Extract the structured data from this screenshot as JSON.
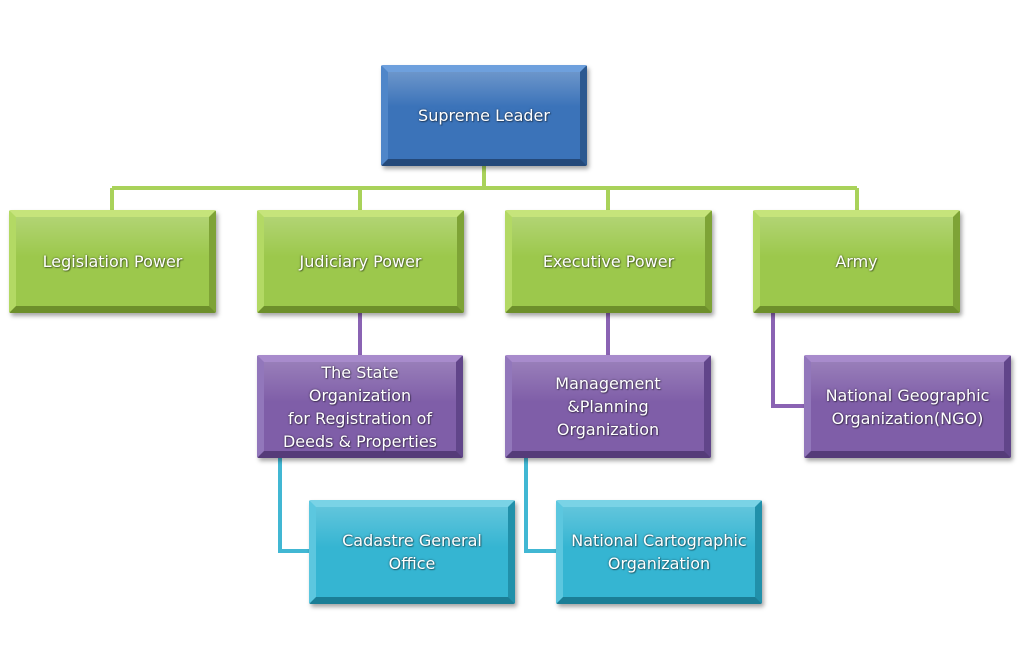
{
  "colors": {
    "blue": "#3b73b9",
    "green": "#9cc84c",
    "purple": "#7f5ea8",
    "cyan": "#35b5d2",
    "green_line": "#a9d25a",
    "purple_line": "#8a63b3",
    "cyan_line": "#41b7d3"
  },
  "nodes": {
    "supreme_leader": "Supreme Leader",
    "legislation_power": "Legislation Power",
    "judiciary_power": "Judiciary Power",
    "executive_power": "Executive Power",
    "army": "Army",
    "state_org_registration": "The State Organization\nfor Registration  of\nDeeds &  Properties",
    "management_planning": "Management\n&Planning Organization",
    "national_geographic": "National Geographic\nOrganization(NGO)",
    "cadastre_general_office": "Cadastre General Office",
    "national_cartographic": "National Cartographic\nOrganization"
  }
}
